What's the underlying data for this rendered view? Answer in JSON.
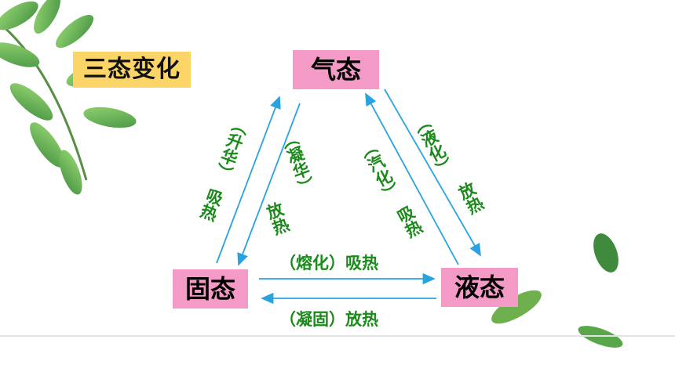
{
  "title": "三态变化",
  "states": {
    "gas": "气态",
    "solid": "固态",
    "liquid": "液态"
  },
  "transitions": {
    "sublimation": "（升华）",
    "sublimation_heat": "吸热",
    "deposition": "（凝华）",
    "deposition_heat": "放热",
    "vaporization": "（汽化）",
    "vaporization_heat": "吸热",
    "liquefaction": "（液化）",
    "liquefaction_heat": "放热",
    "melting": "（熔化）吸热",
    "freezing": "（凝固）放热"
  },
  "colors": {
    "arrow": "#29a3e0",
    "label": "#1a8a1a",
    "state_box": "#f49ac6",
    "title_box": "#fbd568",
    "leaf": "#5aa64a"
  }
}
